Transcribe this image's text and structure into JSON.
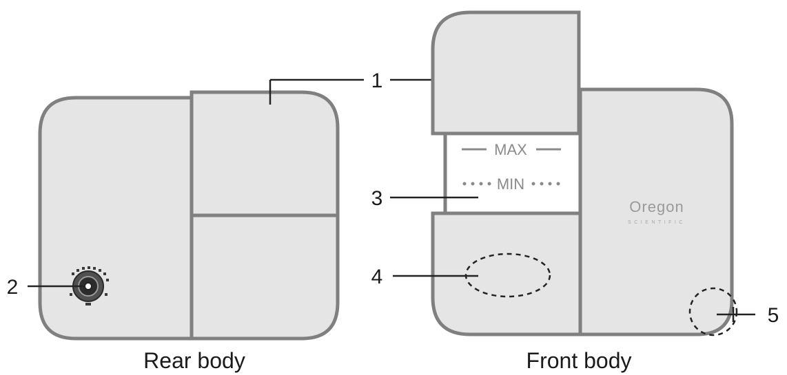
{
  "captions": {
    "rear": "Rear body",
    "front": "Front body"
  },
  "callouts": [
    "1",
    "2",
    "3",
    "4",
    "5"
  ],
  "window_marks": {
    "max": "MAX",
    "min": "MIN"
  },
  "logo": {
    "name": "Oregon",
    "tagline": "SCIENTIFIC"
  },
  "icons": [
    "connector-jack-icon"
  ],
  "colors": {
    "body_fill": "#e5e5e5",
    "body_outline": "#808080",
    "line": "#222222"
  }
}
